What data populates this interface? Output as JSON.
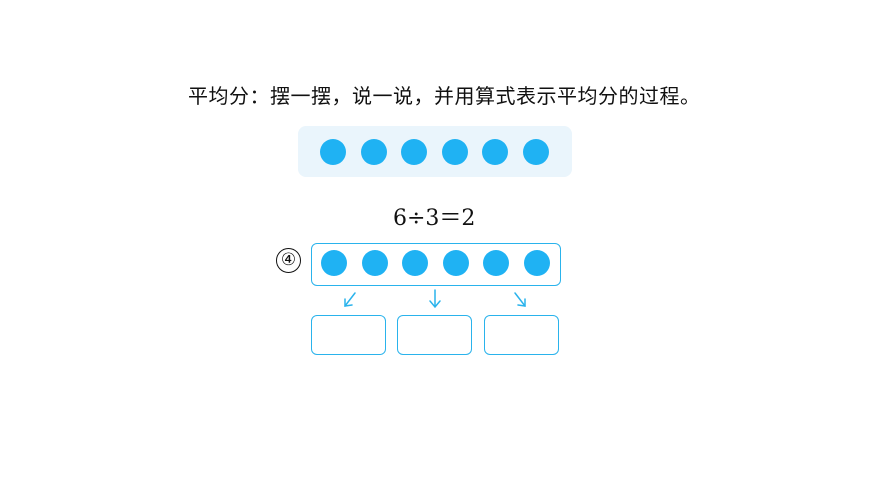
{
  "instruction": "平均分：摆一摆，说一说，并用算式表示平均分的过程。",
  "equation": "6÷3＝2",
  "problem_number": "④",
  "tray_dot_count": 6,
  "outlined_dot_count": 6,
  "group_count": 3,
  "colors": {
    "dot": "#1fb2f3",
    "outline": "#2ab3ec",
    "tray_background": "#eaf5fc"
  }
}
